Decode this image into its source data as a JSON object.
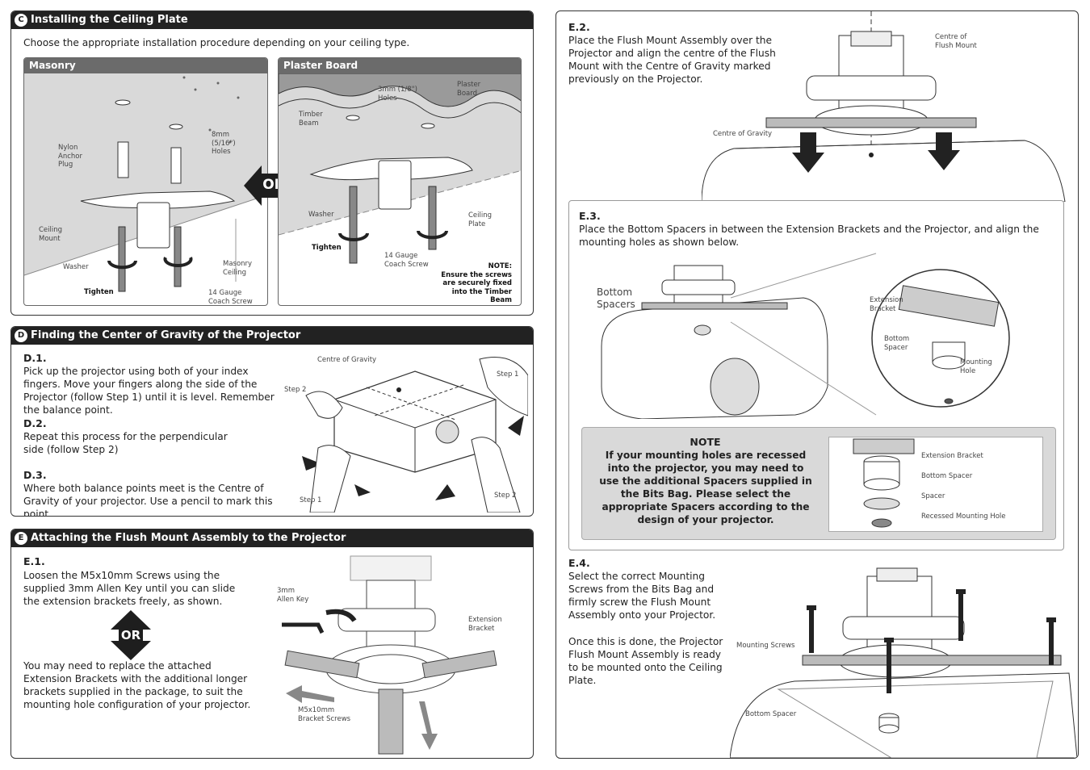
{
  "section_c": {
    "badge": "C",
    "title": "Installing the Ceiling Plate",
    "intro": "Choose the appropriate installation procedure depending on your ceiling type.",
    "masonry": {
      "title": "Masonry",
      "labels": {
        "nylon": "Nylon\nAnchor\nPlug",
        "holes": "8mm\n(5/16\")\nHoles",
        "ceiling_mount": "Ceiling\nMount",
        "washer": "Washer",
        "masonry_ceiling": "Masonry\nCeiling",
        "tighten": "Tighten",
        "coach": "14 Gauge\nCoach Screw"
      }
    },
    "or_label": "OR",
    "plaster": {
      "title": "Plaster Board",
      "labels": {
        "holes": "3mm (1/8\")\nHoles",
        "plaster_board": "Plaster\nBoard",
        "timber": "Timber\nBeam",
        "washer": "Washer",
        "ceiling_plate": "Ceiling\nPlate",
        "tighten": "Tighten",
        "coach": "14 Gauge\nCoach Screw",
        "note": "NOTE:\nEnsure the screws\nare securely fixed\ninto the Timber Beam"
      }
    }
  },
  "section_d": {
    "badge": "D",
    "title": "Finding the Center of Gravity of the Projector",
    "d1_heading": "D.1.",
    "d1_text": "Pick up the projector using both of your index fingers. Move your fingers along the side of the Projector (follow Step 1) until it is level. Remember the balance point.",
    "d2_heading": "D.2.",
    "d2_text": "Repeat this process for the perpendicular side (follow Step 2)",
    "d3_heading": "D.3.",
    "d3_text": "Where both balance points meet is the Centre of Gravity of your projector. Use a pencil to mark this point.",
    "labels": {
      "cog": "Centre of Gravity",
      "step1_top": "Step 1",
      "step2_left": "Step 2",
      "step1_bottom": "Step 1",
      "step2_bottom": "Step 2"
    }
  },
  "section_e": {
    "badge": "E",
    "title": "Attaching the Flush Mount Assembly to the Projector",
    "e1_heading": "E.1.",
    "e1_text": "Loosen the M5x10mm Screws using the supplied 3mm Allen Key until you can slide the extension brackets freely, as shown.",
    "or_label": "OR",
    "e1_text2": "You may need to replace the attached Extension Brackets with the additional longer brackets supplied in the package, to suit the mounting hole configuration of your projector.",
    "labels": {
      "allen": "3mm\nAllen Key",
      "ext": "Extension\nBracket",
      "screws": "M5x10mm\nBracket Screws"
    }
  },
  "right": {
    "e2_heading": "E.2.",
    "e2_text": "Place the Flush Mount Assembly over the Projector and align the centre of the Flush Mount with the Centre of Gravity marked previously on the Projector.",
    "e2_labels": {
      "centre_fm": "Centre of\nFlush Mount",
      "cog": "Centre of Gravity"
    },
    "e3_heading": "E.3.",
    "e3_text": "Place the Bottom Spacers in between the Extension Brackets and the Projector, and align the mounting holes as shown below.",
    "e3_labels": {
      "bottom_spacers": "Bottom\nSpacers",
      "ext": "Extension\nBracket",
      "bottom_spacer": "Bottom\nSpacer",
      "mounting_hole": "Mounting\nHole"
    },
    "note_title": "NOTE",
    "note_text": "If your mounting holes are recessed into the projector, you may need to use the additional Spacers supplied in the Bits Bag. Please select the appropriate Spacers according to the design of your projector.",
    "note_labels": {
      "ext": "Extension Bracket",
      "bottom": "Bottom Spacer",
      "spacer": "Spacer",
      "recessed": "Recessed Mounting Hole"
    },
    "e4_heading": "E.4.",
    "e4_text": "Select the correct Mounting Screws from the Bits Bag and firmly screw the Flush Mount Assembly onto your Projector.",
    "e4_text2": "Once this is done, the Projector Flush Mount Assembly is ready to be mounted onto the Ceiling Plate.",
    "e4_labels": {
      "mounting_screws": "Mounting Screws",
      "bottom_spacer": "Bottom Spacer"
    }
  }
}
